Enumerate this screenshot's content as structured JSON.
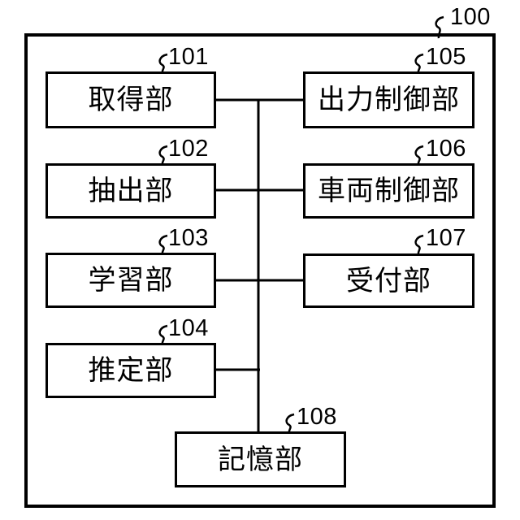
{
  "diagram": {
    "outer_ref": "100",
    "blocks": [
      {
        "ref": "101",
        "label": "取得部"
      },
      {
        "ref": "102",
        "label": "抽出部"
      },
      {
        "ref": "103",
        "label": "学習部"
      },
      {
        "ref": "104",
        "label": "推定部"
      },
      {
        "ref": "105",
        "label": "出力制御部"
      },
      {
        "ref": "106",
        "label": "車両制御部"
      },
      {
        "ref": "107",
        "label": "受付部"
      },
      {
        "ref": "108",
        "label": "記憶部"
      }
    ],
    "colors": {
      "line": "#000000",
      "background": "#ffffff",
      "text": "#000000"
    }
  }
}
